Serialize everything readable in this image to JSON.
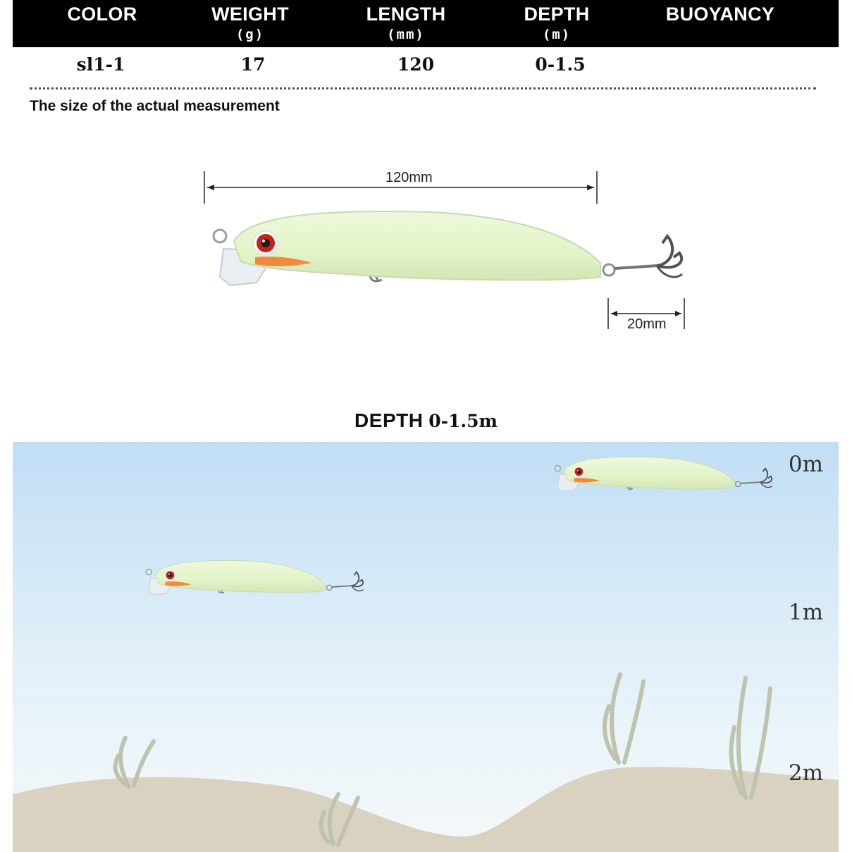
{
  "specs": {
    "headers": [
      {
        "label": "COLOR",
        "unit": ""
      },
      {
        "label": "WEIGHT",
        "unit": "(g)"
      },
      {
        "label": "LENGTH",
        "unit": "(mm)"
      },
      {
        "label": "DEPTH",
        "unit": "(m)"
      },
      {
        "label": "BUOYANCY",
        "unit": ""
      }
    ],
    "row": {
      "color": "sl1-1",
      "weight": "17",
      "length": "120",
      "depth": "0-1.5",
      "buoyancy": ""
    }
  },
  "measurement": {
    "note": "The size of the actual measurement",
    "body_length_label": "120mm",
    "hook_length_label": "20mm"
  },
  "depth_chart": {
    "title_strong": "DEPTH",
    "title_range": "0-1.5m",
    "levels": [
      "0m",
      "1m",
      "2m"
    ]
  },
  "colors": {
    "header_bg": "#000000",
    "lure_body": "#e6f5cf",
    "lure_belly": "#f08a3c",
    "eye": "#c2231d",
    "water_top": "#c1def6",
    "water_bottom": "#f4f8f8",
    "seabed": "#d9d2c0",
    "weed": "#bfc3ad"
  },
  "icons": [
    "fishing-lure-icon",
    "treble-hook-icon",
    "seaweed-icon"
  ]
}
